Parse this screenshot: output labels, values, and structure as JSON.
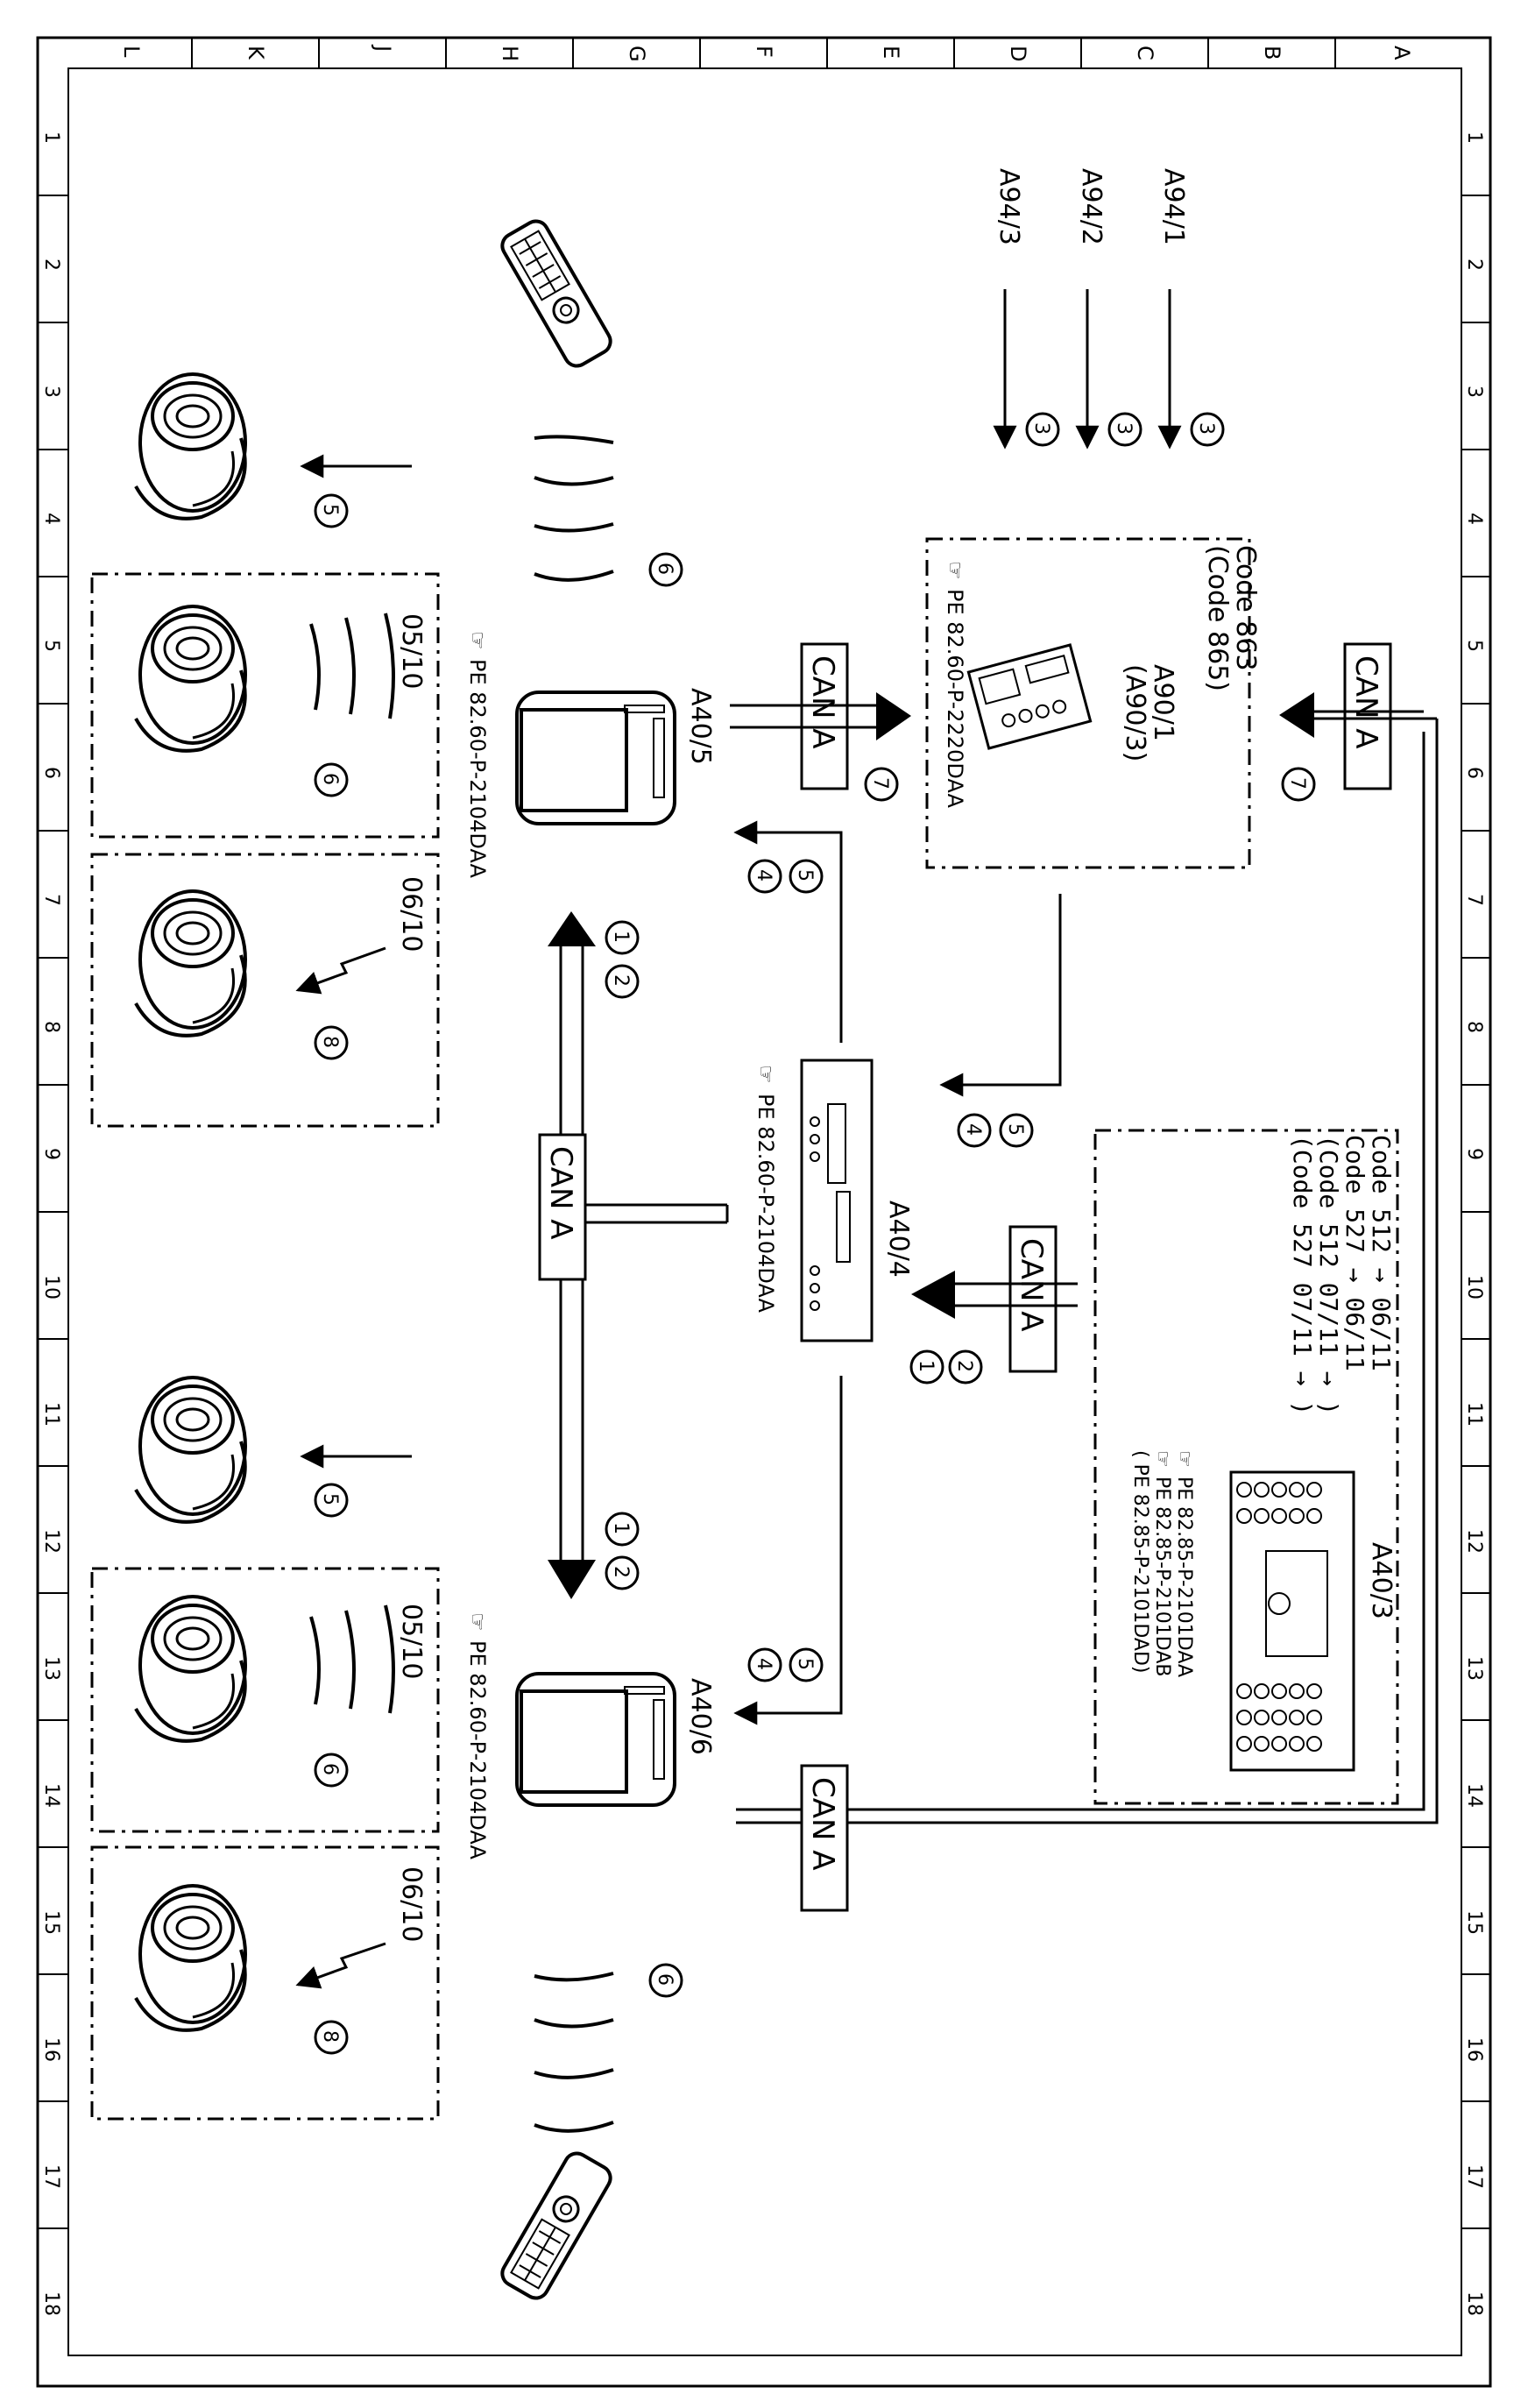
{
  "grid": {
    "top_letters": [
      "L",
      "K",
      "J",
      "H",
      "G",
      "F",
      "E",
      "D",
      "C",
      "B",
      "A"
    ],
    "side_numbers": [
      "1",
      "2",
      "3",
      "4",
      "5",
      "6",
      "7",
      "8",
      "9",
      "10",
      "11",
      "12",
      "13",
      "14",
      "15",
      "16",
      "17",
      "18"
    ]
  },
  "components": {
    "a94_1": "A94/1",
    "a94_2": "A94/2",
    "a94_3": "A94/3",
    "a90_label": "A90/1",
    "a90_label2": "(A90/3)",
    "a90_code1": "Code 863",
    "a90_code2": "(Code 865)",
    "a90_ref": "PE 82.60-P-2220DAA",
    "a40_5": "A40/5",
    "a40_5_ref": "PE 82.60-P-2104DAA",
    "a40_4": "A40/4",
    "a40_4_ref": "PE 82.60-P-2104DAA",
    "a40_6": "A40/6",
    "a40_6_ref": "PE 82.60-P-2104DAA",
    "a40_3": "A40/3",
    "a40_3_codes": [
      "Code 512 → 06/11",
      "Code 527 → 06/11",
      "(Code 512    07/11 → )",
      "(Code 527    07/11 → )"
    ],
    "a40_3_refs": [
      "PE 82.85-P-2101DAA",
      "PE 82.85-P-2101DAB",
      "( PE 82.85-P-2101DAD)"
    ]
  },
  "can_label": "CAN A",
  "dates": {
    "d0510": "05/10",
    "d0610": "06/10"
  },
  "markers": {
    "m1": "1",
    "m2": "2",
    "m3": "3",
    "m4": "4",
    "m5": "5",
    "m6": "6",
    "m7": "7",
    "m8": "8"
  }
}
